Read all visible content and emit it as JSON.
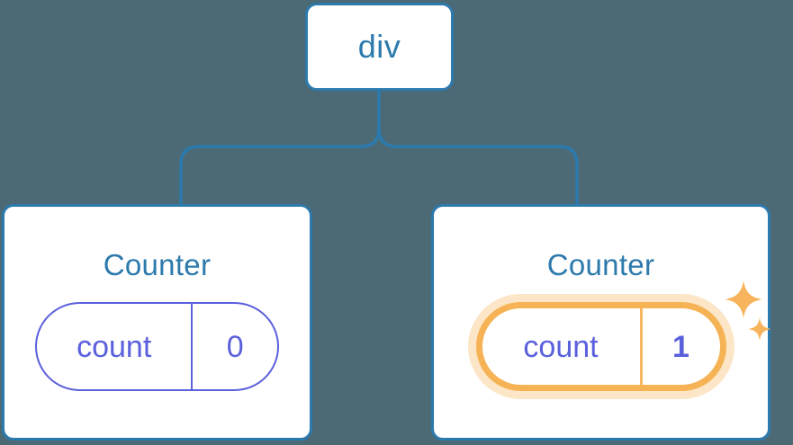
{
  "diagram": {
    "type": "component-tree",
    "background_color": "#4b6a75",
    "line_color": "#2c7aad",
    "node_text_color": "#2d7aac",
    "state_color": "#5b60dd",
    "highlight_color": "#f5b355",
    "highlight_glow_color": "#fbdfb4"
  },
  "root": {
    "label": "div"
  },
  "components": [
    {
      "title": "Counter",
      "state": {
        "key": "count",
        "value": "0",
        "highlighted": false
      }
    },
    {
      "title": "Counter",
      "state": {
        "key": "count",
        "value": "1",
        "highlighted": true
      },
      "sparkles": {
        "large_icon": "sparkle-icon",
        "small_icon": "sparkle-icon"
      }
    }
  ]
}
